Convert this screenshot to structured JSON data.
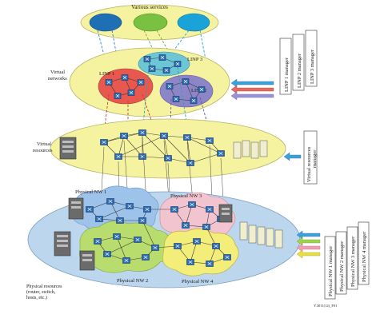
{
  "layers": {
    "services": {
      "label": "Various services"
    },
    "virtual_networks": {
      "label_line1": "Virtual",
      "label_line2": "networks",
      "linp": [
        "LINP 1",
        "LINP 2",
        "LINP 3"
      ]
    },
    "virtual_resources": {
      "label_line1": "Virtual",
      "label_line2": "resources",
      "manager_line1": "Virtual resources",
      "manager_line2": "manager"
    },
    "physical": {
      "nw": [
        "Physical NW 1",
        "Physical NW 2",
        "Physical NW 3",
        "Physical NW 4"
      ],
      "label_line1": "Physical resources",
      "label_line2": "(router, switch,",
      "label_line3": "hosts, etc.)"
    }
  },
  "managers": {
    "linp": [
      "LINP 1 manager",
      "LINP 2 manager",
      "LINP 3 manager"
    ],
    "physical": [
      "Physical NW 1 manager",
      "Physical NW 2 manager",
      "Physical NW 3 manager",
      "Physical NW 4 manager"
    ]
  },
  "figure_id": "Y.3011(12)_F01",
  "colors": {
    "service_blue": "#1f6fb5",
    "service_green": "#7ac142",
    "service_cyan": "#1aa3d9",
    "layer_yellow": "#f6f3a0",
    "linp1_red": "#e8584f",
    "linp2_purple": "#8c86c9",
    "linp3_cyan": "#6cc6d6",
    "physical_bg": "#bcd6ee",
    "nw1_blue": "#9ec3ea",
    "nw2_green": "#b9dc6e",
    "nw3_pink": "#f2c4d0",
    "nw4_yellow": "#f3ed7a"
  }
}
